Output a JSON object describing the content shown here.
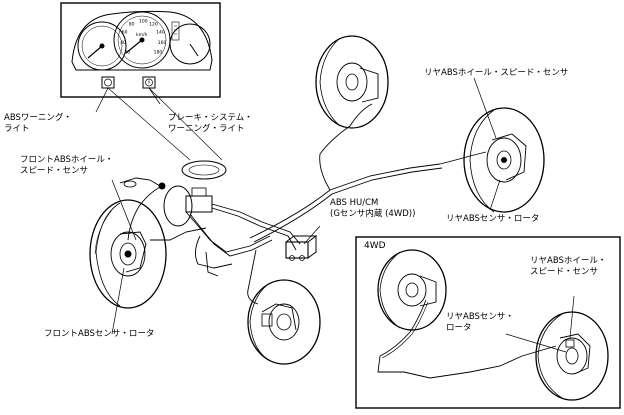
{
  "labels": {
    "abs_warning_1": "ABSワーニング・",
    "abs_warning_2": "ライト",
    "brake_warning_1": "ブレーキ・システム・",
    "brake_warning_2": "ワーニング・ライト",
    "front_speed_sensor_1": "フロントABSホイール・",
    "front_speed_sensor_2": "スピード・センサ",
    "front_sensor_rotor": "フロントABSセンサ・ロータ",
    "hu_cm_1": "ABS HU/CM",
    "hu_cm_2": "(Gセンサ内蔵 (4WD))",
    "rear_speed_sensor": "リヤABSホイール・スピード・センサ",
    "rear_sensor_rotor": "リヤABSセンサ・ロータ",
    "inset_4wd_title": "4WD",
    "inset_rear_speed_sensor_1": "リヤABSホイール・",
    "inset_rear_speed_sensor_2": "スピード・センサ",
    "inset_rear_sensor_rotor_1": "リヤABSセンサ・",
    "inset_rear_sensor_rotor_2": "ロータ"
  },
  "gauge_cluster": {
    "speed_ticks": [
      "20",
      "40",
      "60",
      "80",
      "100",
      "120",
      "140",
      "160",
      "180"
    ],
    "unit": "km/h"
  },
  "icons": [
    "abs-warning-lamp-icon",
    "brake-warning-lamp-icon"
  ]
}
